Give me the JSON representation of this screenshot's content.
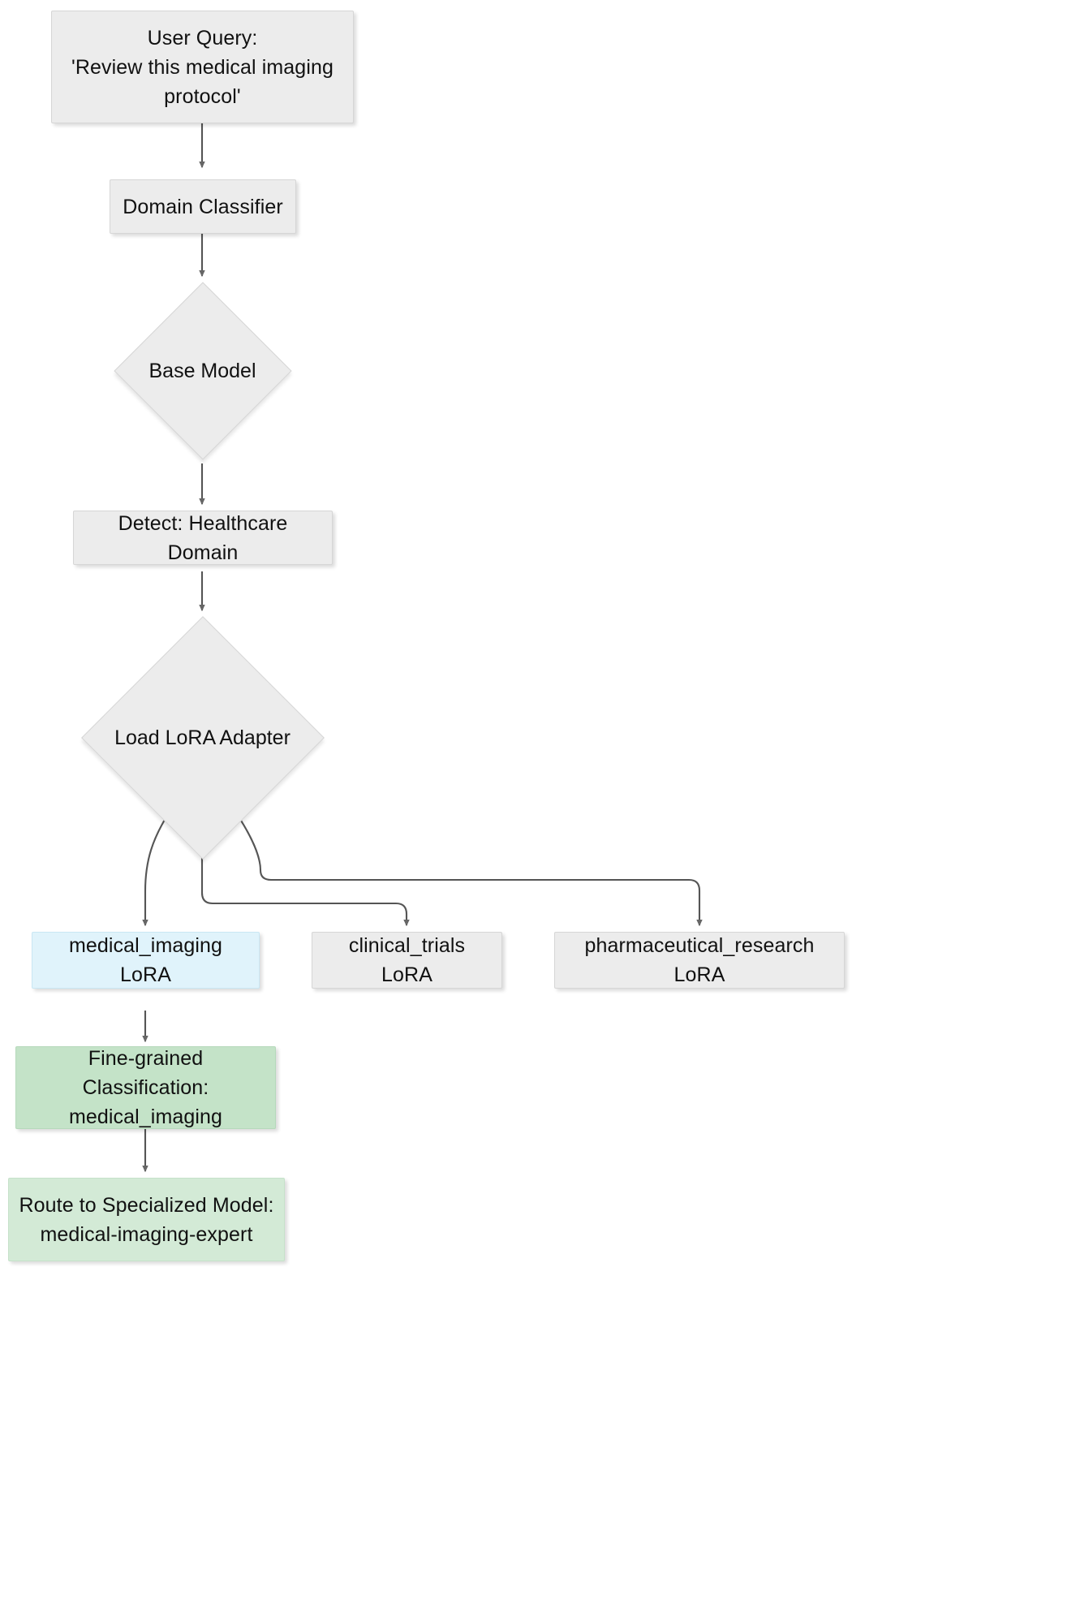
{
  "diagram": {
    "type": "flowchart",
    "direction": "top-down",
    "background_color": "#ffffff",
    "styles": {
      "default_fill": "#ececec",
      "default_stroke": "#d6d6d6",
      "highlight_blue_fill": "#e0f3fb",
      "highlight_blue_stroke": "#c9e7f4",
      "highlight_green_fill": "#c4e3c8",
      "highlight_green_light_fill": "#d3ead6",
      "edge_color": "#555555",
      "text_color": "#111111"
    },
    "nodes": [
      {
        "id": "user_query",
        "shape": "rectangle",
        "label": "User Query:\n'Review this medical imaging\nprotocol'",
        "fill": "default"
      },
      {
        "id": "domain_classifier",
        "shape": "rectangle",
        "label": "Domain Classifier",
        "fill": "default"
      },
      {
        "id": "base_model",
        "shape": "diamond",
        "label": "Base Model",
        "fill": "default"
      },
      {
        "id": "detect_healthcare",
        "shape": "rectangle",
        "label": "Detect: Healthcare Domain",
        "fill": "default"
      },
      {
        "id": "load_lora_adapter",
        "shape": "diamond",
        "label": "Load LoRA Adapter",
        "fill": "default"
      },
      {
        "id": "medical_imaging_lora",
        "shape": "rectangle",
        "label": "medical_imaging LoRA",
        "fill": "blue"
      },
      {
        "id": "clinical_trials_lora",
        "shape": "rectangle",
        "label": "clinical_trials LoRA",
        "fill": "default"
      },
      {
        "id": "pharmaceutical_research_lora",
        "shape": "rectangle",
        "label": "pharmaceutical_research LoRA",
        "fill": "default"
      },
      {
        "id": "fine_grained_classification",
        "shape": "rectangle",
        "label": "Fine-grained Classification:\nmedical_imaging",
        "fill": "green"
      },
      {
        "id": "route_specialized_model",
        "shape": "rectangle",
        "label": "Route to Specialized Model:\nmedical-imaging-expert",
        "fill": "green-light"
      }
    ],
    "edges": [
      {
        "from": "user_query",
        "to": "domain_classifier",
        "arrow": true
      },
      {
        "from": "domain_classifier",
        "to": "base_model",
        "arrow": true
      },
      {
        "from": "base_model",
        "to": "detect_healthcare",
        "arrow": true
      },
      {
        "from": "detect_healthcare",
        "to": "load_lora_adapter",
        "arrow": true
      },
      {
        "from": "load_lora_adapter",
        "to": "medical_imaging_lora",
        "arrow": true
      },
      {
        "from": "load_lora_adapter",
        "to": "clinical_trials_lora",
        "arrow": true
      },
      {
        "from": "load_lora_adapter",
        "to": "pharmaceutical_research_lora",
        "arrow": true
      },
      {
        "from": "medical_imaging_lora",
        "to": "fine_grained_classification",
        "arrow": true
      },
      {
        "from": "fine_grained_classification",
        "to": "route_specialized_model",
        "arrow": true
      }
    ]
  }
}
